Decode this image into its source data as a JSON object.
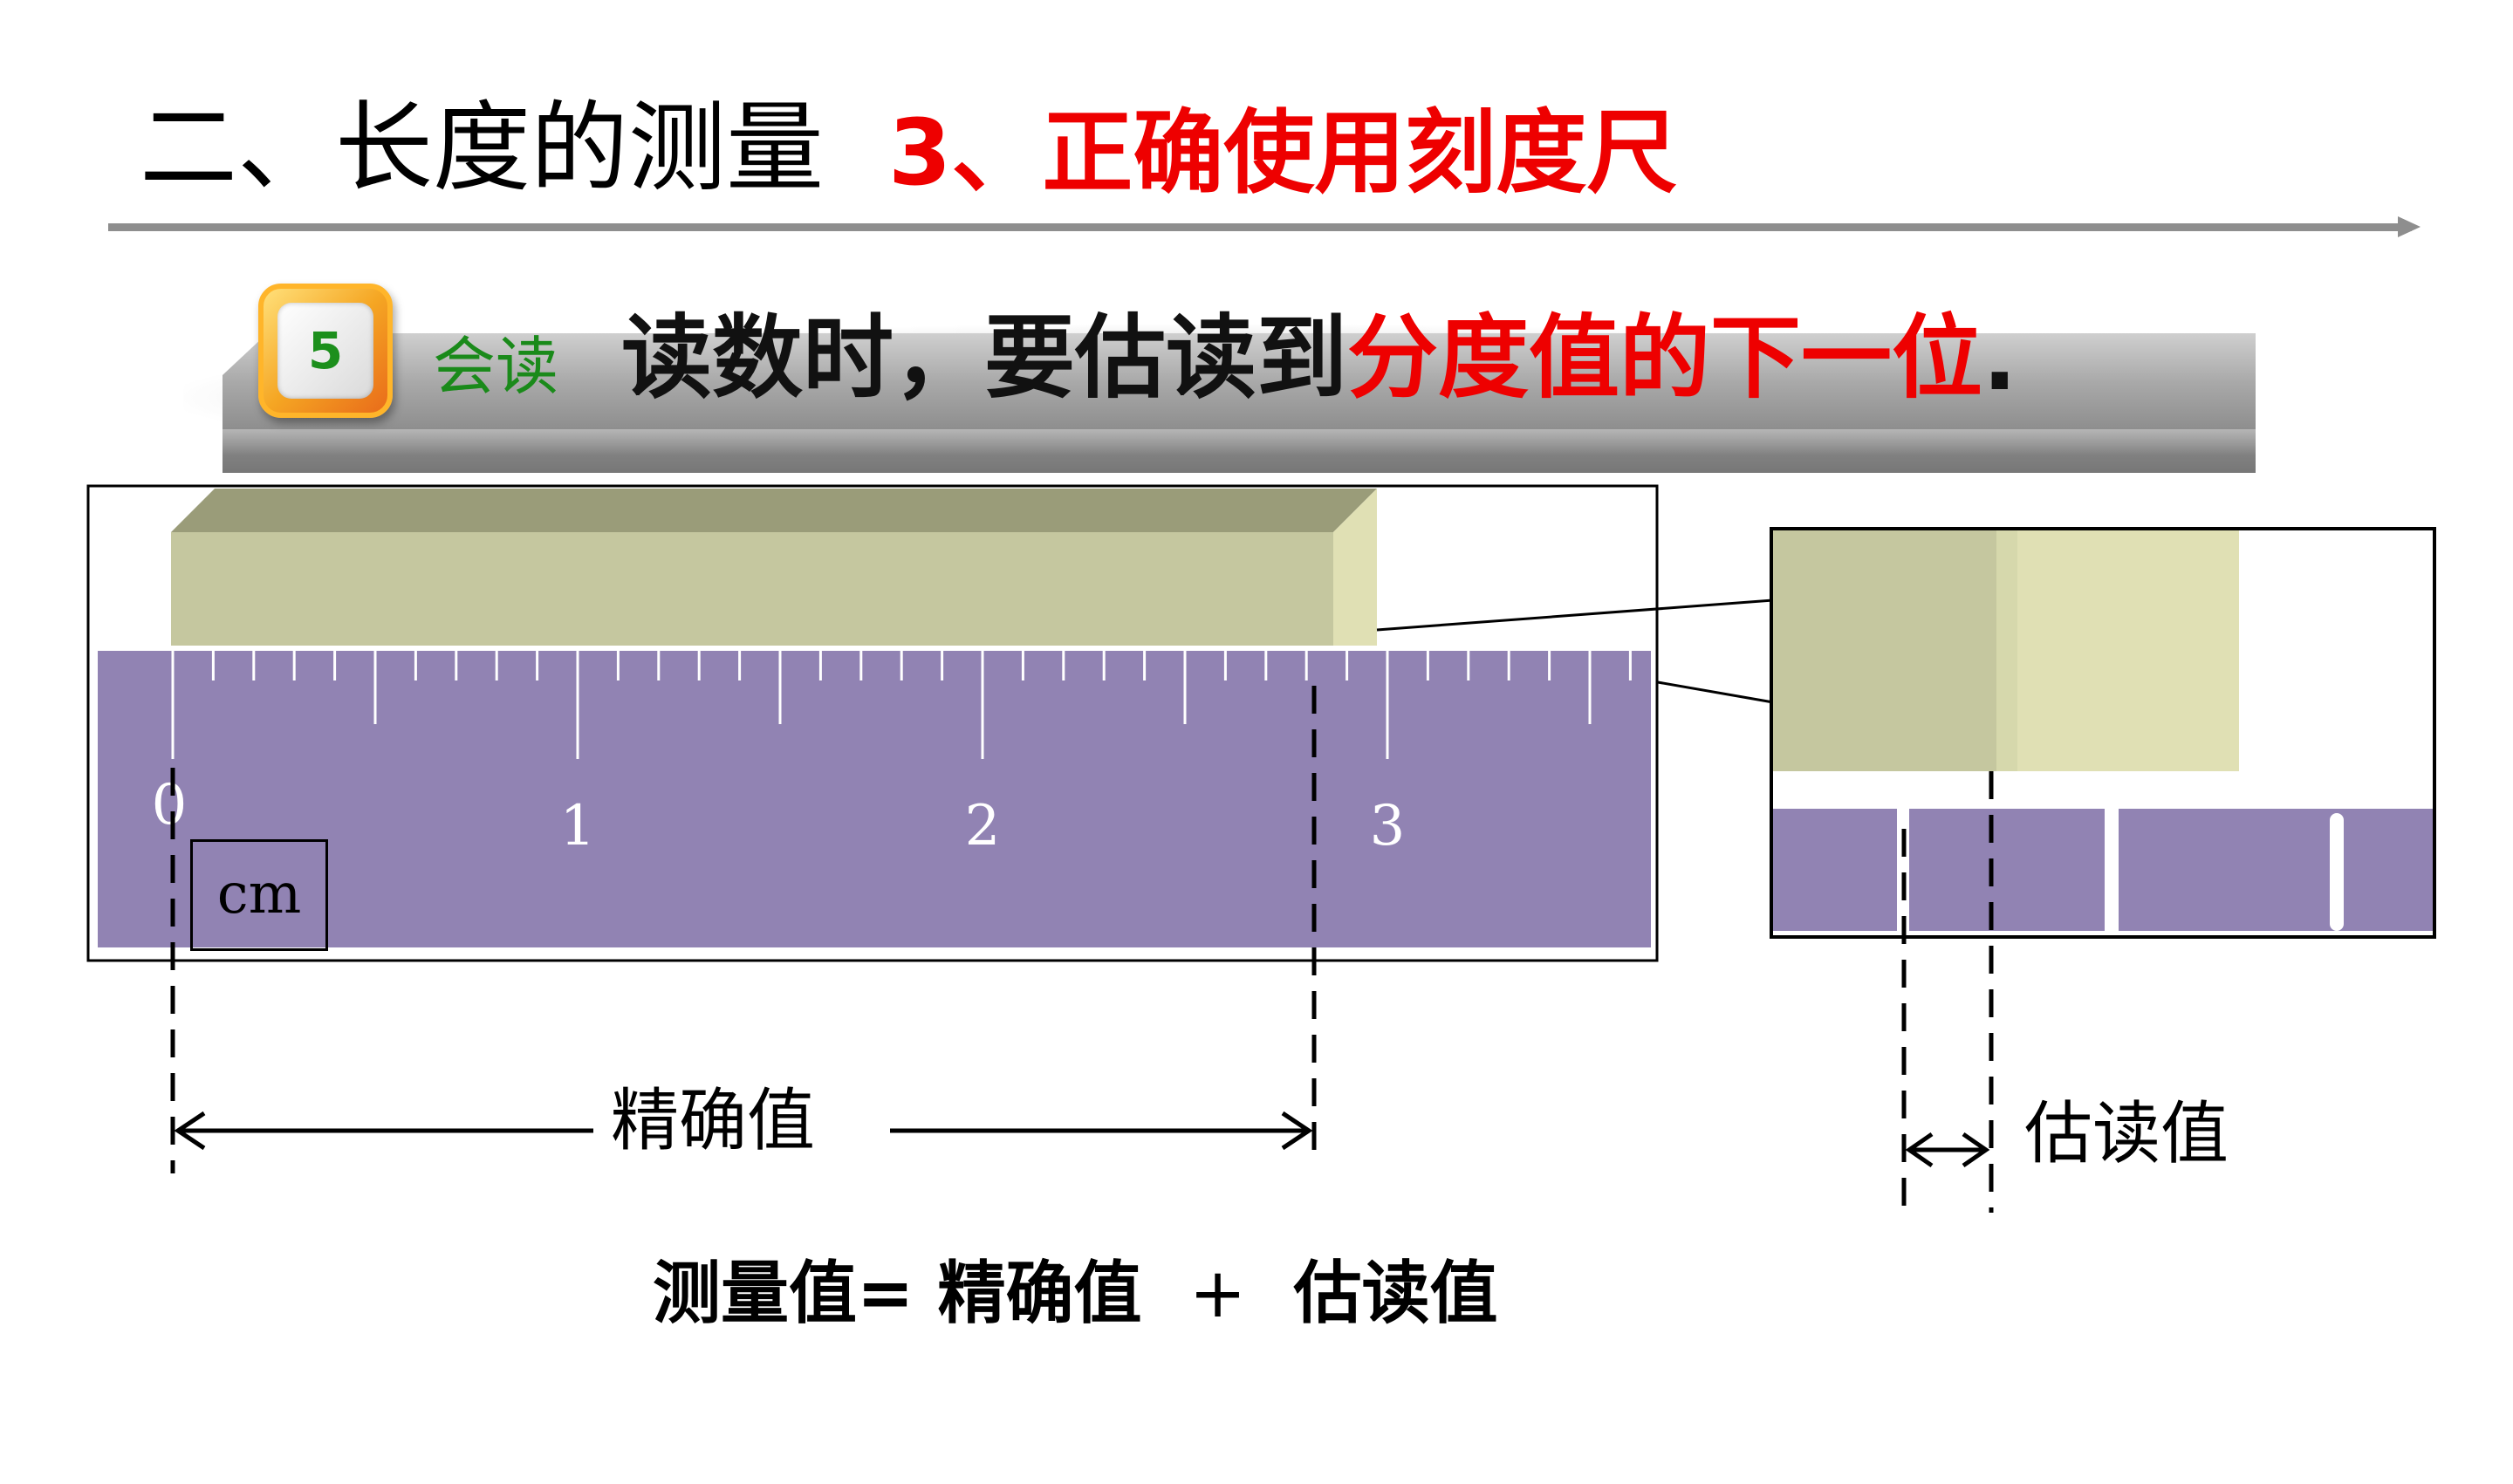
{
  "heading": {
    "section": "二、长度的测量",
    "topic": "3、正确使用刻度尺"
  },
  "banner": {
    "badge_number": "5",
    "lead": "会读",
    "statement": "读数时，要估读到",
    "highlight": "分度值的下一位",
    "end": "."
  },
  "ruler": {
    "tick_labels": [
      "0",
      "1",
      "2",
      "3"
    ],
    "unit": "cm"
  },
  "labels": {
    "exact": "精确值",
    "estimated": "估读值"
  },
  "formula": {
    "lhs": "测量值=",
    "term1": "精确值",
    "plus": "+",
    "term2": "估读值"
  },
  "colors": {
    "title_red": "#ee0000",
    "lead_green": "#1a8a1a",
    "ruler_purple": "#9183b3",
    "block_face": "#c5c79f",
    "block_top": "#9a9c79",
    "block_end": "#e0e0b4",
    "rule_gray": "#8e8e8e"
  }
}
